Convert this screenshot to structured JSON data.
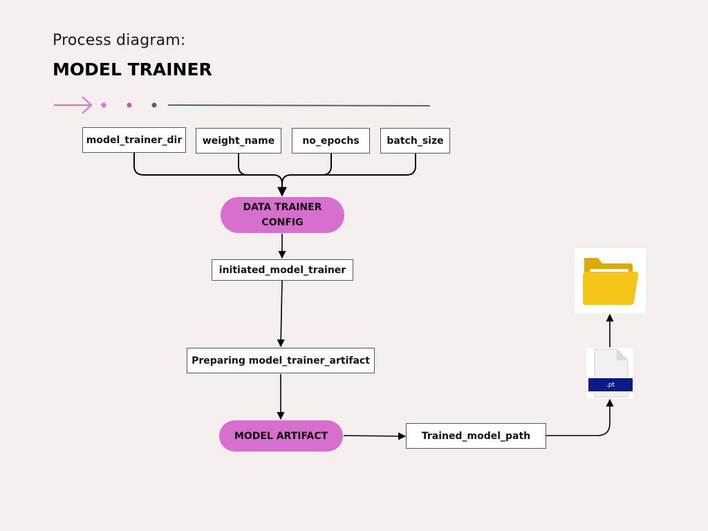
{
  "header": {
    "subtitle": "Process diagram:",
    "title": "MODEL TRAINER"
  },
  "config_params": [
    "model_trainer_dir",
    "weight_name",
    "no_epochs",
    "batch_size"
  ],
  "nodes": {
    "config": "DATA TRAINER CONFIG",
    "initiated": "initiated_model_trainer",
    "preparing": "Preparing model_trainer_artifact",
    "artifact": "MODEL ARTIFACT",
    "trained_path": "Trained_model_path"
  },
  "file_icon": {
    "extension": ".pt"
  },
  "colors": {
    "background": "#f4efec",
    "pill": "#d66fcd",
    "accent_pink": "#d66fcd",
    "accent_teal": "#3d6b7d",
    "file_label": "#0a1a8a",
    "folder": "#f5c518"
  }
}
